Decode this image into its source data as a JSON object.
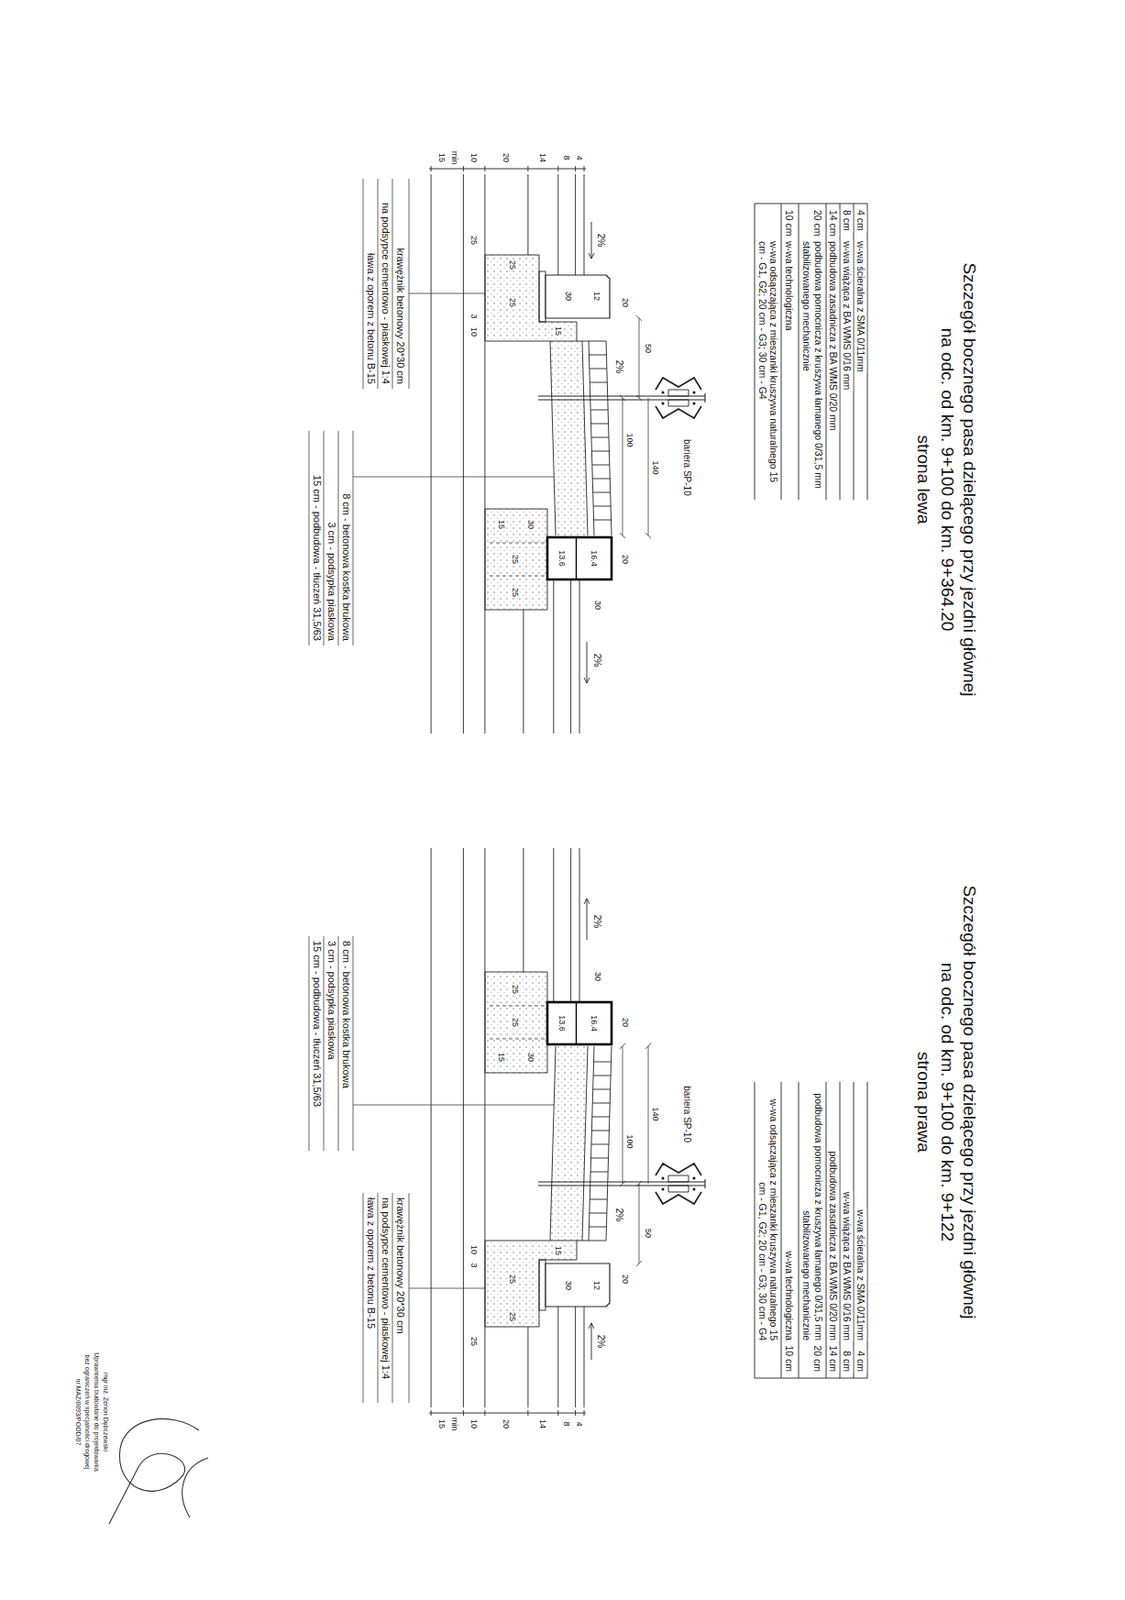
{
  "diagram": {
    "labels": [
      "Szczegół bocznego pasa dzielącego przy jezdni głównej",
      "na odc. od km. 9+100 do km. 9+364.20",
      "strona lewa",
      "4 cm",
      "w-wa ścieralna z SMA 0/11mm",
      "8 cm",
      "w-wa wiążąca z BA WMS 0/16 mm",
      "14 cm",
      "podbudowa zasadnicza z BA WMS 0/20 mm",
      "20 cm",
      "podbudowa pomocnicza z kruszywa łamanego 0/31,5 mm stabilizowanego mechanicznie",
      "10 cm",
      "w-wa technologiczna",
      "w-wa odsączająca z mieszanki kruszywa naturalnego 15 cm - G1, G2; 20 cm - G3; 30 cm - G4",
      "bariera SP-10",
      "min",
      "15",
      "10",
      "20",
      "14",
      "8",
      "4",
      "2%",
      "12",
      "30",
      "25",
      "25",
      "15",
      "25",
      "3",
      "10",
      "20",
      "50",
      "2%",
      "100",
      "140",
      "20",
      "16.4",
      "13.6",
      "30",
      "2%",
      "30",
      "15",
      "25",
      "25",
      "krawężnik betonowy 20*30 cm",
      "na podsypce cementowo - piaskowej 1:4",
      "ława z oporem z betonu B-15",
      "8 cm - betonowa kostka brukowa",
      "3 cm - podsypka piaskowa",
      "15 cm - podbudowa - tłuczeń 31,5/63",
      "Szczegół bocznego pasa dzielącego przy jezdni głównej",
      "na odc. od km. 9+100 do km. 9+122",
      "strona prawa",
      "4 cm",
      "w-wa ścieralna z SMA 0/11mm",
      "8 cm",
      "w-wa wiążąca z BA WMS 0/16 mm",
      "14 cm",
      "podbudowa zasadnicza z BA WMS 0/20 mm",
      "20 cm",
      "podbudowa pomocnicza z kruszywa łamanego 0/31,5 mm stabilizowanego mechanicznie",
      "10 cm",
      "w-wa technologiczna",
      "w-wa odsączająca z mieszanki kruszywa naturalnego 15 cm - G1, G2; 20 cm - G3; 30 cm - G4",
      "bariera SP-10",
      "min",
      "15",
      "10",
      "20",
      "14",
      "8",
      "4",
      "2%",
      "12",
      "30",
      "25",
      "25",
      "15",
      "25",
      "3",
      "10",
      "20",
      "50",
      "2%",
      "100",
      "140",
      "20",
      "16.4",
      "13.6",
      "30",
      "2%",
      "30",
      "15",
      "25",
      "25",
      "krawężnik betonowy 20*30 cm",
      "na podsypce cementowo - piaskowej 1:4",
      "ława z oporem z betonu B-15",
      "8 cm - betonowa kostka brukowa",
      "3 cm - podsypka piaskowa",
      "15 cm - podbudowa - tłuczeń 31,5/63",
      "mgr inż. Zenon Dębczewski",
      "Uprawnienia budowlane do projektowania",
      "bez ograniczeń w specjalności drogowej",
      "nr MAZ/0093/POOD/07"
    ]
  }
}
